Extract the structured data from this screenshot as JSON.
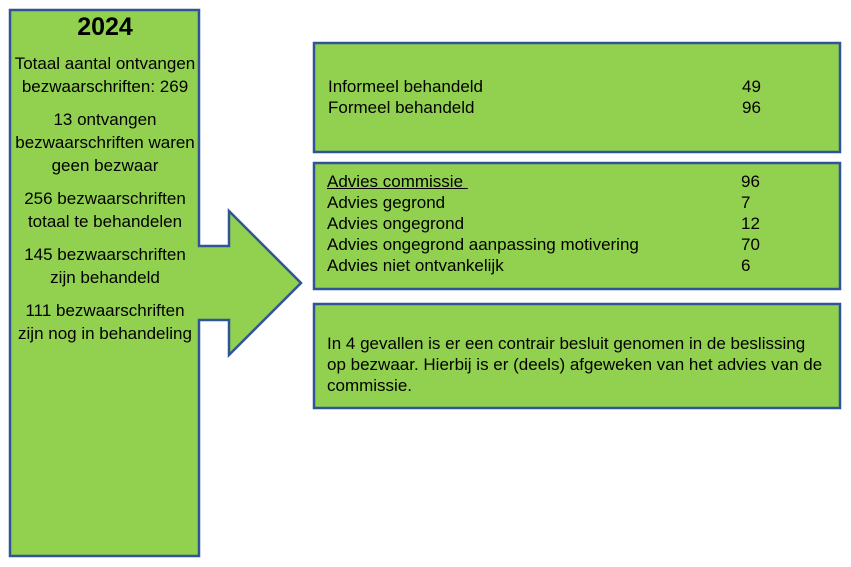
{
  "colors": {
    "fill": "#92d050",
    "stroke": "#2f5597"
  },
  "summary": {
    "year": "2024",
    "blocks": [
      "Totaal aantal ontvangen bezwaarschriften: 269",
      "13 ontvangen bezwaarschriften waren geen bezwaar",
      "256 bezwaarschriften totaal te behandelen",
      "145 bezwaarschriften zijn behandeld",
      "111 bezwaarschriften zijn nog in behandeling"
    ]
  },
  "handling": {
    "rows": [
      {
        "label": "Informeel behandeld",
        "value": "49"
      },
      {
        "label": "Formeel behandeld",
        "value": "96"
      }
    ]
  },
  "advice": {
    "header": {
      "label": "Advies commissie ",
      "value": "96"
    },
    "rows": [
      {
        "label": "Advies gegrond",
        "value": "7"
      },
      {
        "label": "Advies ongegrond",
        "value": "12"
      },
      {
        "label": "Advies ongegrond aanpassing motivering",
        "value": "70"
      },
      {
        "label": "Advies niet ontvankelijk",
        "value": "6"
      }
    ]
  },
  "note": {
    "text": "In 4 gevallen is er een contrair besluit genomen in de beslissing op bezwaar. Hierbij is er (deels) afgeweken van het advies van de commissie."
  }
}
